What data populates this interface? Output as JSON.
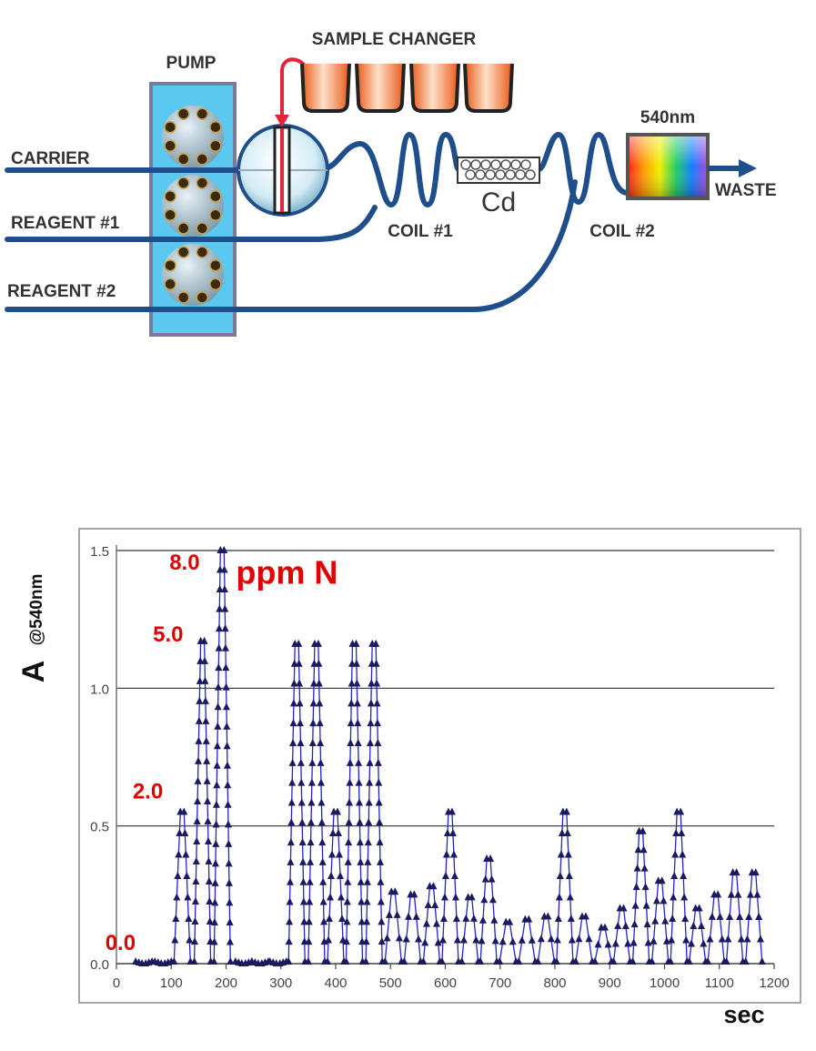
{
  "diagram": {
    "labels": {
      "pump": "PUMP",
      "sample_changer": "SAMPLE CHANGER",
      "wavelength": "540nm",
      "carrier": "CARRIER",
      "reagent1": "REAGENT #1",
      "reagent2": "REAGENT #2",
      "coil1": "COIL #1",
      "coil2": "COIL #2",
      "cd": "Cd",
      "waste": "WASTE"
    },
    "colors": {
      "tube": "#1f4e8c",
      "pump_fill": "#5bc8f0",
      "sample_arrow": "#e0263a"
    }
  },
  "chart_data": {
    "type": "line",
    "ylabel_main": "A",
    "ylabel_sub": "@540nm",
    "xlabel": "sec",
    "xlim": [
      0,
      1200
    ],
    "ylim": [
      0,
      1.5
    ],
    "x_ticks": [
      "0",
      "100",
      "200",
      "300",
      "400",
      "500",
      "600",
      "700",
      "800",
      "900",
      "1000",
      "1100",
      "1200"
    ],
    "y_ticks": [
      "0.0",
      "0.5",
      "1.0",
      "1.5"
    ],
    "grid_y": [
      0.5,
      1.0,
      1.5
    ],
    "series_color": "#2323d0",
    "peaks": [
      {
        "x": 50,
        "y": 0.0
      },
      {
        "x": 85,
        "y": 0.0
      },
      {
        "x": 120,
        "y": 0.55
      },
      {
        "x": 157,
        "y": 1.17
      },
      {
        "x": 193,
        "y": 1.5
      },
      {
        "x": 232,
        "y": 0.0
      },
      {
        "x": 262,
        "y": 0.0
      },
      {
        "x": 295,
        "y": 0.0
      },
      {
        "x": 329,
        "y": 1.16
      },
      {
        "x": 365,
        "y": 1.16
      },
      {
        "x": 400,
        "y": 0.55
      },
      {
        "x": 434,
        "y": 1.16
      },
      {
        "x": 470,
        "y": 1.16
      },
      {
        "x": 505,
        "y": 0.26
      },
      {
        "x": 540,
        "y": 0.25
      },
      {
        "x": 575,
        "y": 0.28
      },
      {
        "x": 609,
        "y": 0.55
      },
      {
        "x": 645,
        "y": 0.24
      },
      {
        "x": 679,
        "y": 0.38
      },
      {
        "x": 714,
        "y": 0.15
      },
      {
        "x": 749,
        "y": 0.16
      },
      {
        "x": 784,
        "y": 0.17
      },
      {
        "x": 818,
        "y": 0.55
      },
      {
        "x": 853,
        "y": 0.17
      },
      {
        "x": 888,
        "y": 0.13
      },
      {
        "x": 922,
        "y": 0.2
      },
      {
        "x": 957,
        "y": 0.48
      },
      {
        "x": 992,
        "y": 0.3
      },
      {
        "x": 1026,
        "y": 0.55
      },
      {
        "x": 1060,
        "y": 0.2
      },
      {
        "x": 1094,
        "y": 0.25
      },
      {
        "x": 1128,
        "y": 0.33
      },
      {
        "x": 1163,
        "y": 0.33
      }
    ],
    "annotations": [
      {
        "text": "8.0",
        "x": 152,
        "y": 1.43
      },
      {
        "text": "ppm N",
        "x": 218,
        "y": 1.38
      },
      {
        "text": "5.0",
        "x": 122,
        "y": 1.17
      },
      {
        "text": "2.0",
        "x": 85,
        "y": 0.6
      },
      {
        "text": "0.0",
        "x": 35,
        "y": 0.05
      }
    ]
  }
}
